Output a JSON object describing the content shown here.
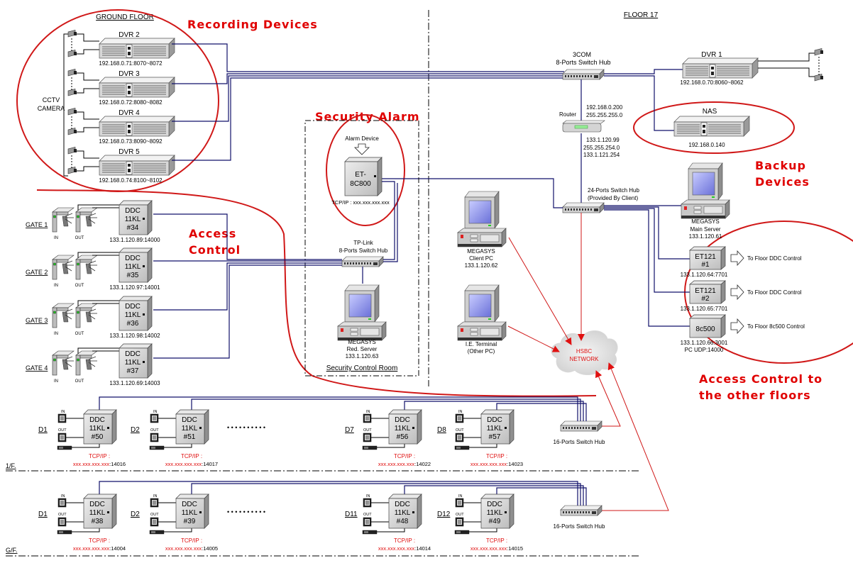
{
  "titles": {
    "ground_floor": "GROUND FLOOR",
    "floor17": "FLOOR 17",
    "recording_devices": "Recording Devices",
    "security_alarm": "Security Alarm",
    "access_control": [
      "Access",
      "Control"
    ],
    "backup_devices": [
      "Backup",
      "Devices"
    ],
    "access_other_floors": [
      "Access Control to",
      "the other floors"
    ]
  },
  "cctv_label": [
    "CCTV",
    "CAMERA"
  ],
  "dvrs_ground": [
    {
      "name": "DVR 2",
      "address": "192.168.0.71:8070~8072"
    },
    {
      "name": "DVR 3",
      "address": "192.168.0.72:8080~8082"
    },
    {
      "name": "DVR 4",
      "address": "192.168.0.73:8090~8092"
    },
    {
      "name": "DVR 5",
      "address": "192.168.0.74:8100~8102"
    }
  ],
  "floor17": {
    "hub": [
      "3COM",
      "8-Ports Switch Hub"
    ],
    "dvr1": {
      "name": "DVR 1",
      "address": "192.168.0.70:8060~8062"
    },
    "nas": {
      "name": "NAS",
      "address": "192.168.0.140"
    },
    "router": {
      "label": "Router",
      "lan": [
        "192.168.0.200",
        "255.255.255.0"
      ],
      "wan": [
        "133.1.120.99",
        "255.255.254.0",
        "133.1.121.254"
      ]
    },
    "hub24": [
      "24-Ports Switch Hub",
      "(Provided By Client)"
    ],
    "main_server": [
      "MEGASYS",
      "Main Server",
      "133.1.120.61"
    ],
    "client_pc": [
      "MEGASYS",
      "Client PC",
      "133.1.120.62"
    ],
    "ie_terminal": [
      "I.E. Terminal",
      "(Other PC)"
    ],
    "network": [
      "HSBC",
      "NETWORK"
    ],
    "controllers": [
      {
        "name": [
          "ET121",
          "#1"
        ],
        "address": [
          "133.1.120.64:7701"
        ],
        "target": "To Floor DDC Control"
      },
      {
        "name": [
          "ET121",
          "#2"
        ],
        "address": [
          "133.1.120.65:7701"
        ],
        "target": "To Floor DDC Control"
      },
      {
        "name": [
          "8c500"
        ],
        "address": [
          "133.1.120.66:3001",
          "PC UDP:14000"
        ],
        "target": "To Floor 8c500 Control"
      }
    ]
  },
  "alarm": {
    "device_label": "Alarm Device",
    "unit": [
      "ET-",
      "8C800"
    ],
    "tcpip": "TCP/IP : xxx.xxx.xxx.xxx"
  },
  "control_room": {
    "hub": [
      "TP-Link",
      "8-Ports Switch Hub"
    ],
    "server": [
      "MEGASYS",
      "Red. Server",
      "133.1.120.63"
    ],
    "title": "Security Control Room"
  },
  "gates": [
    {
      "label": "GATE 1",
      "ddc": [
        "DDC",
        "11KL",
        "#34"
      ],
      "address": "133.1.120.89:14000"
    },
    {
      "label": "GATE 2",
      "ddc": [
        "DDC",
        "11KL",
        "#35"
      ],
      "address": "133.1.120.97:14001"
    },
    {
      "label": "GATE 3",
      "ddc": [
        "DDC",
        "11KL",
        "#36"
      ],
      "address": "133.1.120.98:14002"
    },
    {
      "label": "GATE 4",
      "ddc": [
        "DDC",
        "11KL",
        "#37"
      ],
      "address": "133.1.120.69:14003"
    }
  ],
  "turnstile_labels": [
    "IN",
    "OUT"
  ],
  "floors": [
    {
      "label": "1/F.",
      "hub": "16-Ports Switch Hub",
      "doors": [
        {
          "door": "D1",
          "ddc": [
            "DDC",
            "11KL",
            "#50"
          ],
          "tcp": "TCP/IP :",
          "addr_mask": "xxx.xxx.xxx.xxx",
          "port": ":14016"
        },
        {
          "door": "D2",
          "ddc": [
            "DDC",
            "11KL",
            "#51"
          ],
          "tcp": "TCP/IP :",
          "addr_mask": "xxx.xxx.xxx.xxx",
          "port": ":14017"
        },
        {
          "door": "D7",
          "ddc": [
            "DDC",
            "11KL",
            "#56"
          ],
          "tcp": "TCP/IP :",
          "addr_mask": "xxx.xxx.xxx.xxx",
          "port": ":14022"
        },
        {
          "door": "D8",
          "ddc": [
            "DDC",
            "11KL",
            "#57"
          ],
          "tcp": "TCP/IP :",
          "addr_mask": "xxx.xxx.xxx.xxx",
          "port": ":14023"
        }
      ]
    },
    {
      "label": "G/F.",
      "hub": "16-Ports Switch Hub",
      "doors": [
        {
          "door": "D1",
          "ddc": [
            "DDC",
            "11KL",
            "#38"
          ],
          "tcp": "TCP/IP :",
          "addr_mask": "xxx.xxx.xxx.xxx",
          "port": ":14004"
        },
        {
          "door": "D2",
          "ddc": [
            "DDC",
            "11KL",
            "#39"
          ],
          "tcp": "TCP/IP :",
          "addr_mask": "xxx.xxx.xxx.xxx",
          "port": ":14005"
        },
        {
          "door": "D11",
          "ddc": [
            "DDC",
            "11KL",
            "#48"
          ],
          "tcp": "TCP/IP :",
          "addr_mask": "xxx.xxx.xxx.xxx",
          "port": ":14014"
        },
        {
          "door": "D12",
          "ddc": [
            "DDC",
            "11KL",
            "#49"
          ],
          "tcp": "TCP/IP :",
          "addr_mask": "xxx.xxx.xxx.xxx",
          "port": ":14015"
        }
      ]
    }
  ],
  "reader_labels": [
    "IN",
    "OUT"
  ],
  "ellipsis": "•  •  •  •  •  •  •  •  •  •",
  "colors": {
    "annotation": "#e00000",
    "wire": "#10106a",
    "network_link": "#d01818"
  }
}
